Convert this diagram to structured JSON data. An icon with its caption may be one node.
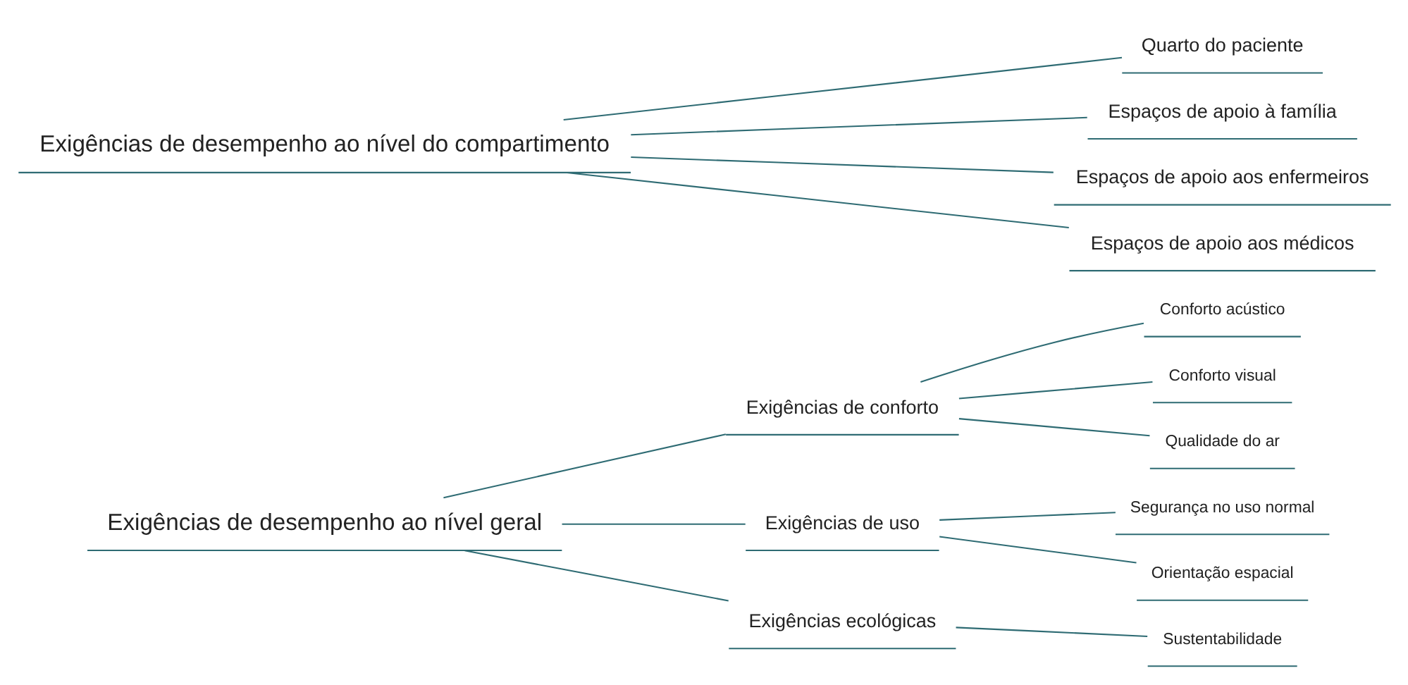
{
  "diagram": {
    "nodes": [
      {
        "text": [
          "Exigências de desempenho ao nível geral"
        ]
      },
      {
        "text": [
          "Exigências de conforto"
        ]
      },
      {
        "text": [
          "Conforto acústico"
        ]
      },
      {
        "text": [
          "Conforto visual"
        ]
      },
      {
        "text": [
          "Qualidade do ar"
        ]
      },
      {
        "text": [
          "Exigências de uso"
        ]
      },
      {
        "text": [
          "Segurança no uso normal"
        ]
      },
      {
        "text": [
          "Orientação espacial"
        ]
      },
      {
        "text": [
          "Exigências ecológicas"
        ]
      },
      {
        "text": [
          "Sustentabilidade"
        ]
      },
      {
        "text": [
          "Exigências de desempenho ao nível do compartimento"
        ]
      },
      {
        "text": [
          "Quarto do paciente"
        ]
      },
      {
        "text": [
          "Espaços de apoio à família"
        ]
      },
      {
        "text": [
          "Espaços de apoio aos enfermeiros"
        ]
      },
      {
        "text": [
          "Espaços de apoio aos médicos"
        ]
      }
    ],
    "edges": [
      {
        "from": 0,
        "to": 1,
        "arrow": "none"
      },
      {
        "from": 1,
        "to": 2,
        "arrow": "none"
      },
      {
        "from": 1,
        "to": 3,
        "arrow": "none"
      },
      {
        "from": 1,
        "to": 4,
        "arrow": "none"
      },
      {
        "from": 0,
        "to": 5,
        "arrow": "none"
      },
      {
        "from": 5,
        "to": 6,
        "arrow": "none"
      },
      {
        "from": 5,
        "to": 7,
        "arrow": "none"
      },
      {
        "from": 0,
        "to": 8,
        "arrow": "none"
      },
      {
        "from": 8,
        "to": 9,
        "arrow": "none"
      },
      {
        "from": 10,
        "to": 11,
        "arrow": "none"
      },
      {
        "from": 10,
        "to": 12,
        "arrow": "none"
      },
      {
        "from": 10,
        "to": 13,
        "arrow": "none"
      },
      {
        "from": 10,
        "to": 14,
        "arrow": "none"
      }
    ]
  }
}
